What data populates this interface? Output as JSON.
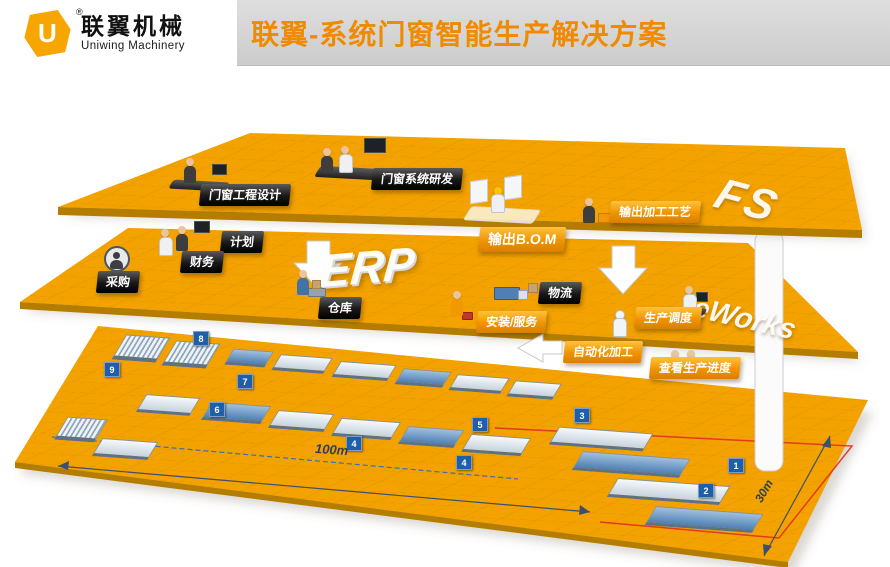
{
  "header": {
    "logo_letter": "U",
    "reg_mark": "®",
    "brand_cn": "联翼机械",
    "brand_en": "Uniwing Machinery",
    "title": "联翼-系统门窗智能生产解决方案"
  },
  "layers": {
    "design": {
      "watermark": "FS",
      "labels": {
        "engineering": "门窗工程设计",
        "rd": "门窗系统研发",
        "bom": "输出B.O.M",
        "process": "输出加工工艺"
      }
    },
    "erp": {
      "watermark": "ERP",
      "labels": {
        "plan": "计划",
        "finance": "财务",
        "purchase": "采购",
        "warehouse": "仓库",
        "logistics": "物流",
        "install": "安装/服务",
        "dispatch": "生产调度"
      }
    },
    "factory": {
      "watermark": "eWorks",
      "labels": {
        "auto": "自动化加工",
        "progress": "查看生产进度"
      },
      "dim_length": "100m",
      "dim_width": "30m",
      "badges": [
        "8",
        "9",
        "7",
        "6",
        "5",
        "4",
        "4",
        "3",
        "1",
        "2"
      ]
    }
  },
  "colors": {
    "layer_orange": "#f3a200",
    "grid_line": "#cd8a00",
    "layer_edge": "#b57d00",
    "title_orange": "#f08a00",
    "logo_orange": "#f7a600",
    "badge_blue": "#1f5fa8",
    "label_dark": "#171717",
    "label_orange": "#ef9400",
    "red_path": "#e03020",
    "blue_path": "#3a6fb5"
  }
}
